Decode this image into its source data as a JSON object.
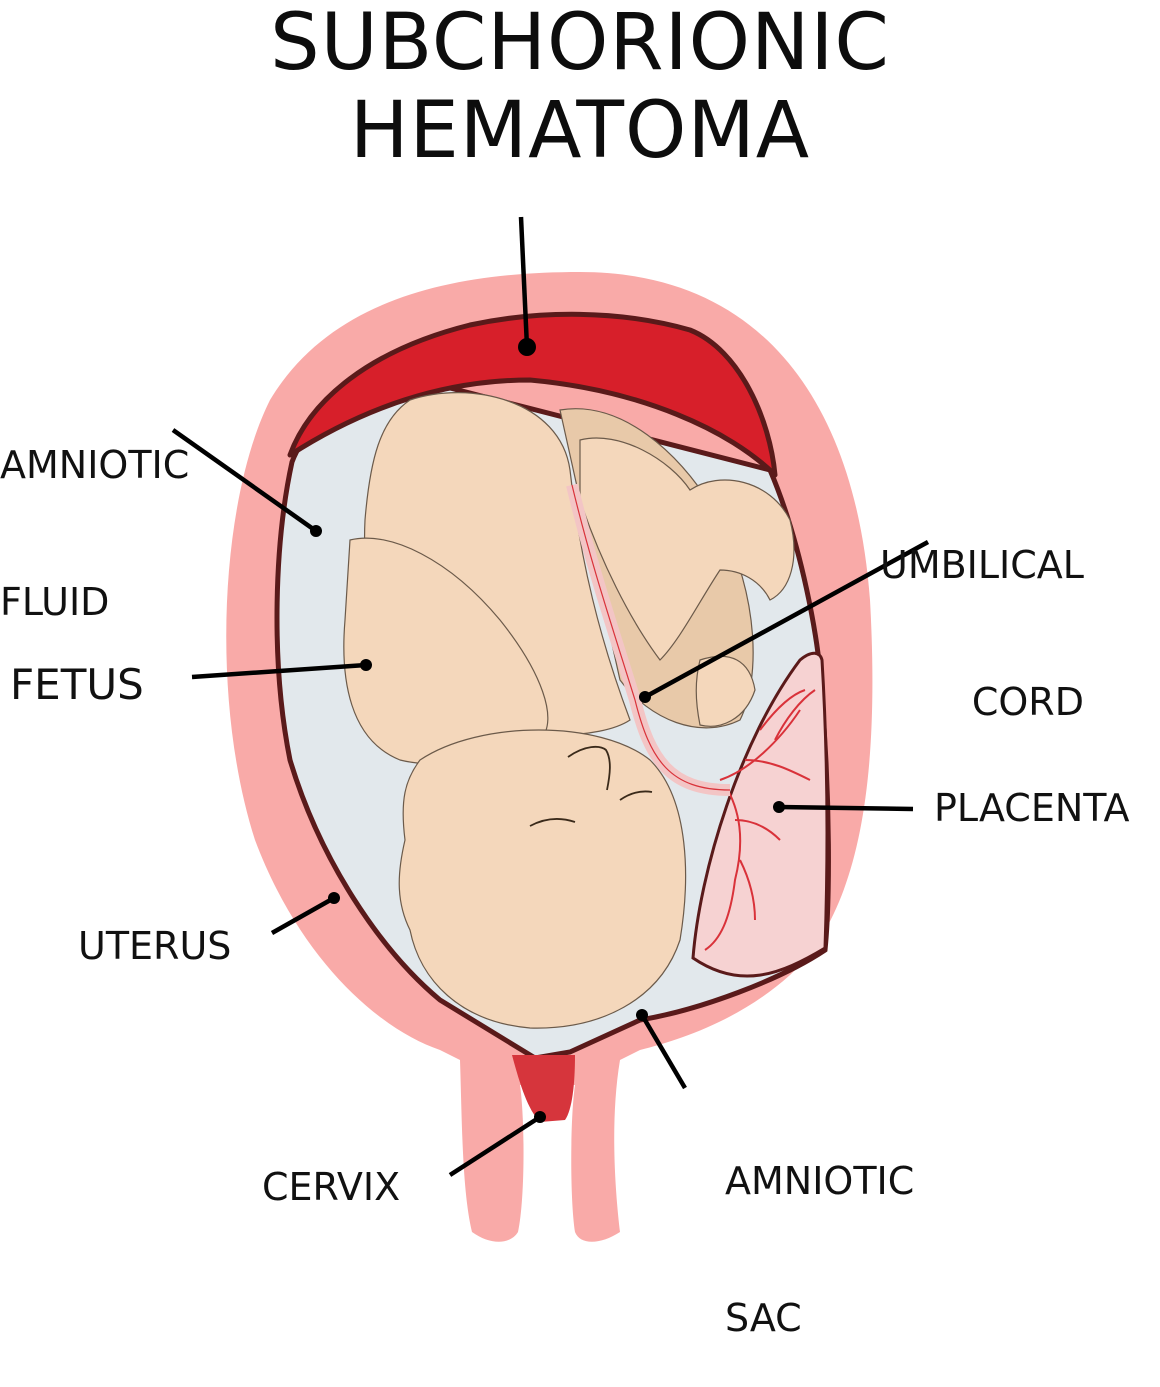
{
  "title": {
    "line1": "SUBCHORIONIC",
    "line2": "HEMATOMA"
  },
  "labels": {
    "amniotic_fluid": {
      "line1": "AMNIOTIC",
      "line2": "FLUID"
    },
    "fetus": "FETUS",
    "uterus": "UTERUS",
    "cervix": "CERVIX",
    "umbilical_cord": {
      "line1": "UMBILICAL",
      "line2": "CORD"
    },
    "placenta": "PLACENTA",
    "amniotic_sac": {
      "line1": "AMNIOTIC",
      "line2": "SAC"
    }
  },
  "colors": {
    "uterus": "#f9aaa8",
    "hematoma": "#d71f2a",
    "sac_outline": "#5a1a1a",
    "amniotic_fluid": "#e2e8ec",
    "fetus_skin": "#f4d7bb",
    "fetus_shadow": "#e8c9a9",
    "placenta": "#f6d2d2",
    "vessel": "#d9323a",
    "cervix_blood": "#d6353c",
    "leader": "#000000"
  }
}
